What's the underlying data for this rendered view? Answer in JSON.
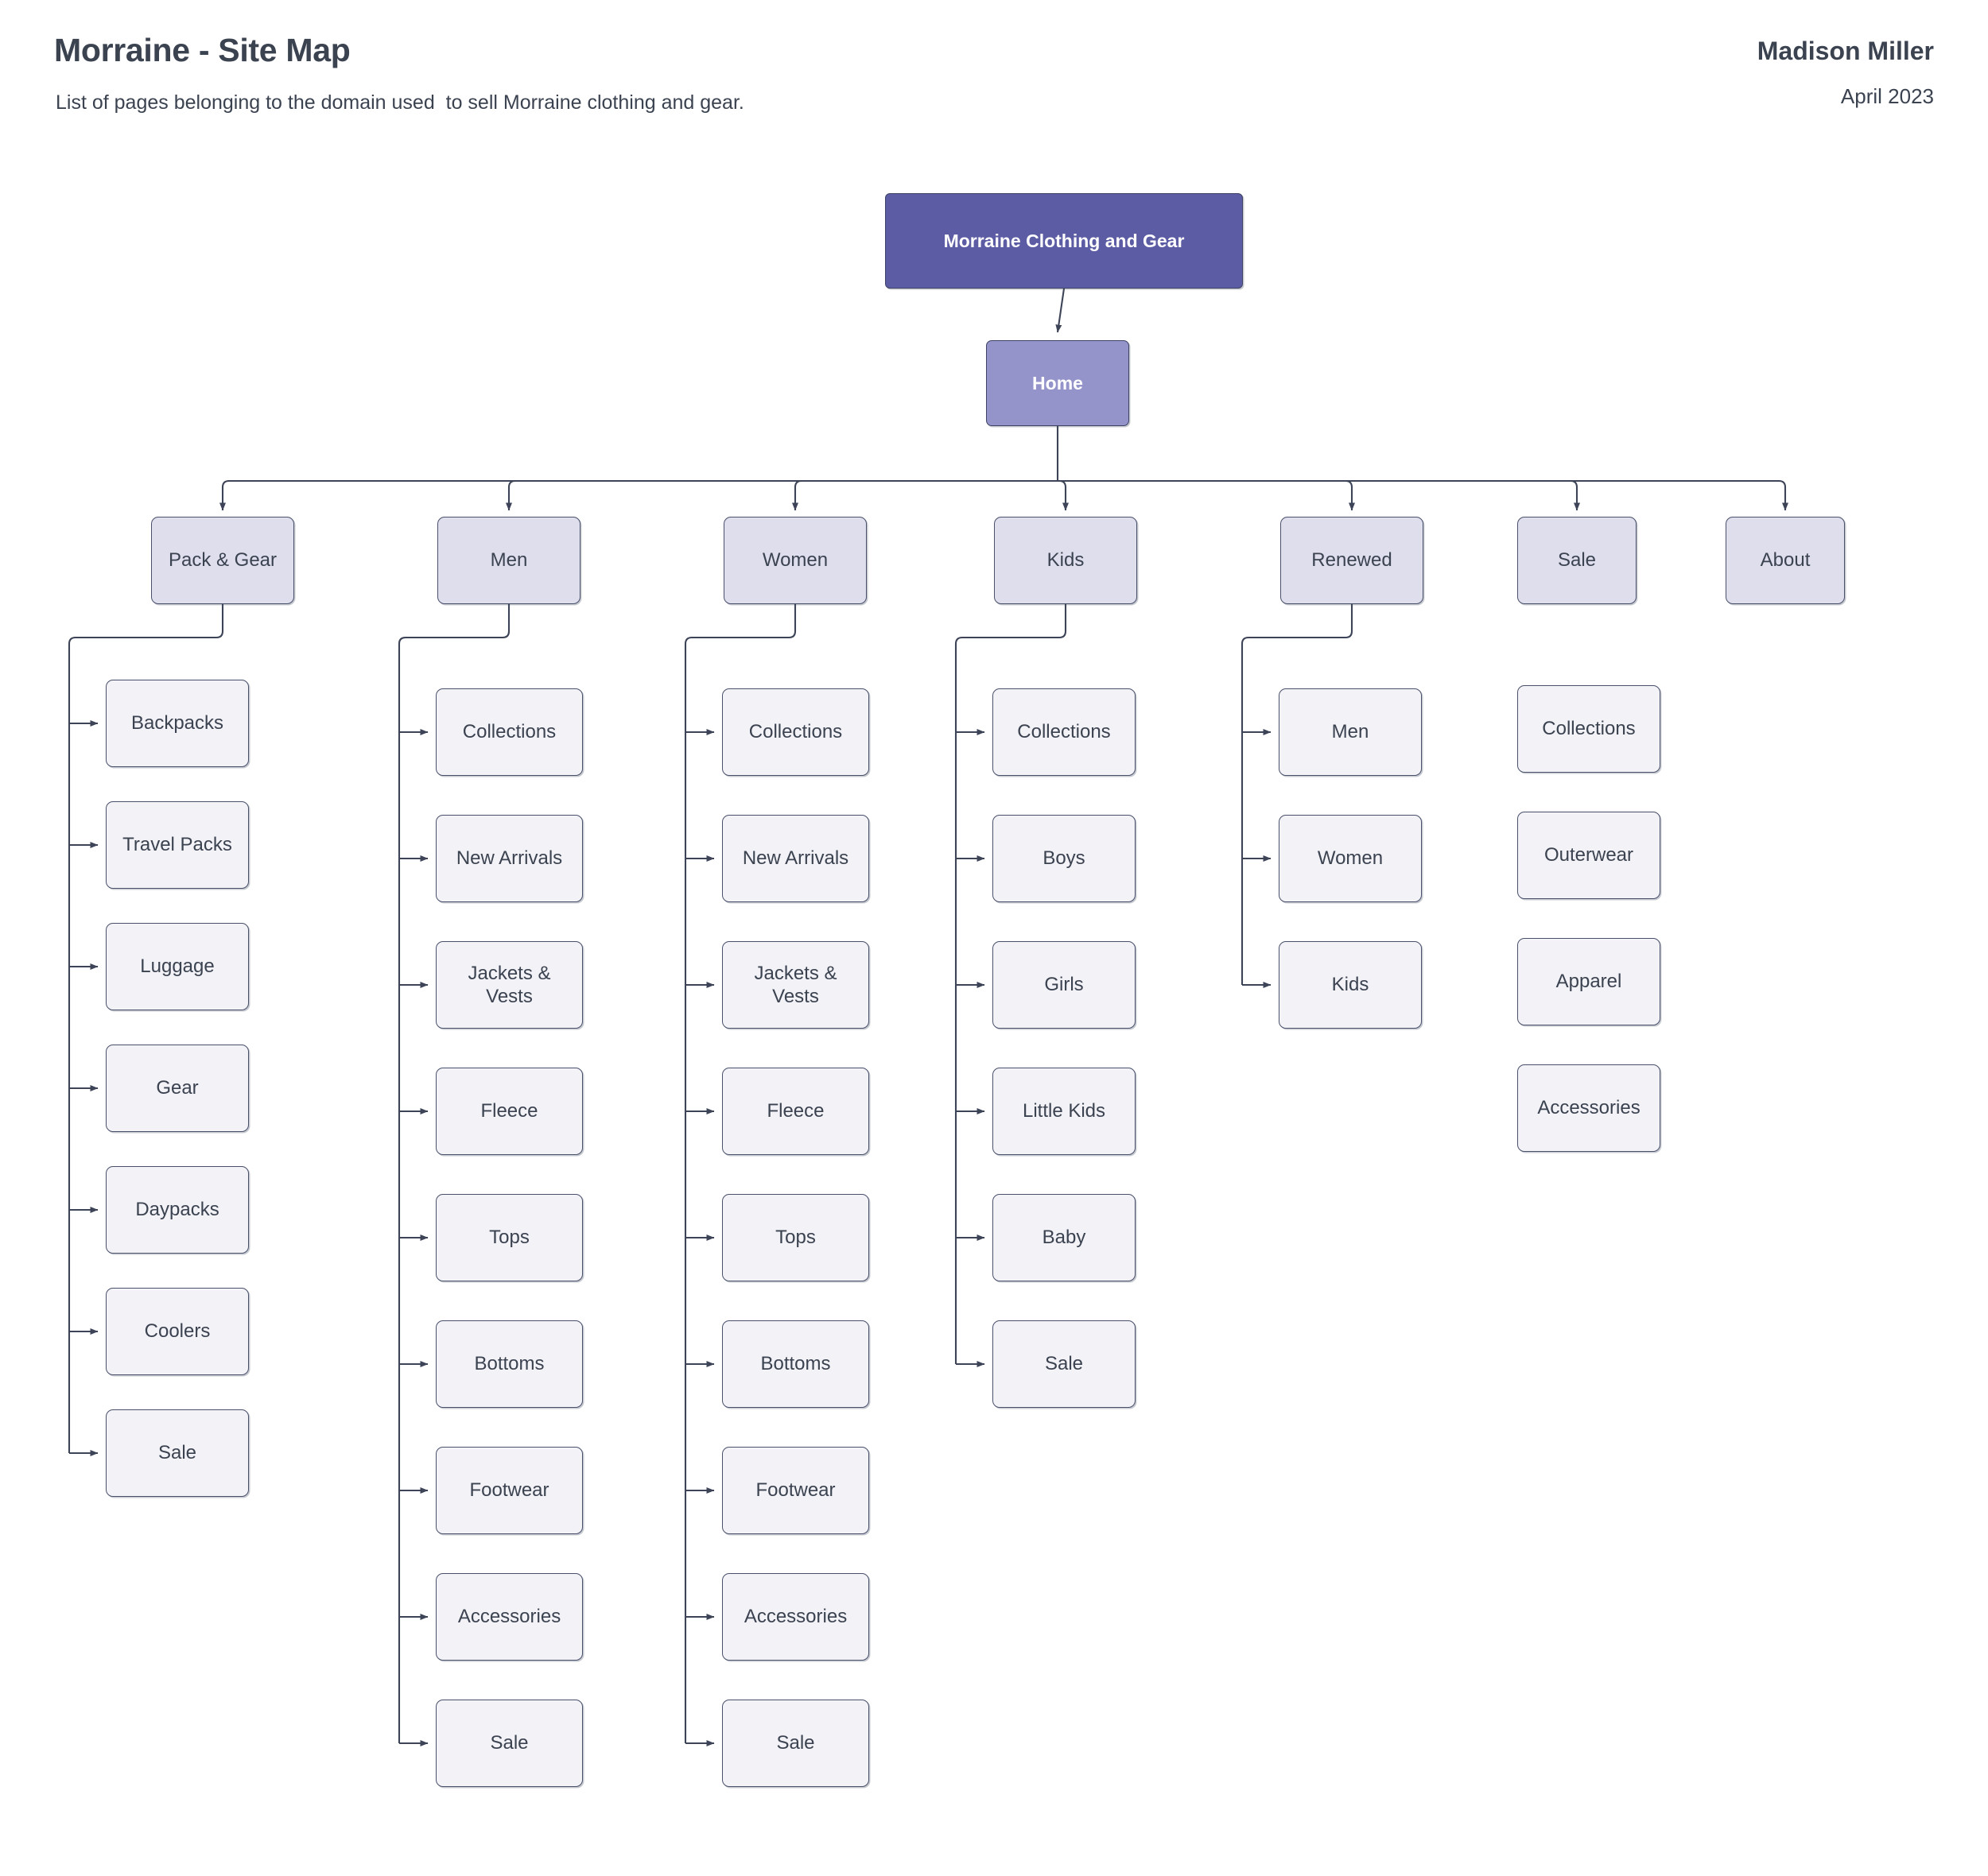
{
  "header": {
    "title": "Morraine - Site Map",
    "subtitle": "List of pages belonging to the domain used  to sell Morraine clothing and gear.",
    "author": "Madison Miller",
    "date": "April 2023"
  },
  "colors": {
    "root_fill": "#5c5ca4",
    "home_fill": "#9494cb",
    "section_fill": "#dedeed",
    "leaf_fill": "#f2f2f7",
    "stroke": "#49506a",
    "text": "#3b4250",
    "background": "#ffffff"
  },
  "chart_data": {
    "type": "diagram",
    "diagram_type": "site-map-tree",
    "title": "Morraine - Site Map",
    "root": "Morraine Clothing and Gear",
    "levels": [
      "root",
      "home",
      "section",
      "leaf"
    ],
    "nodes": {
      "root": {
        "label": "Morraine Clothing and Gear",
        "level": "root"
      },
      "home": {
        "label": "Home",
        "level": "home"
      }
    },
    "sections": [
      {
        "label": "Pack & Gear",
        "children": [
          "Backpacks",
          "Travel Packs",
          "Luggage",
          "Gear",
          "Daypacks",
          "Coolers",
          "Sale"
        ]
      },
      {
        "label": "Men",
        "children": [
          "Collections",
          "New Arrivals",
          "Jackets & Vests",
          "Fleece",
          "Tops",
          "Bottoms",
          "Footwear",
          "Accessories",
          "Sale"
        ]
      },
      {
        "label": "Women",
        "children": [
          "Collections",
          "New Arrivals",
          "Jackets & Vests",
          "Fleece",
          "Tops",
          "Bottoms",
          "Footwear",
          "Accessories",
          "Sale"
        ]
      },
      {
        "label": "Kids",
        "children": [
          "Collections",
          "Boys",
          "Girls",
          "Little Kids",
          "Baby",
          "Sale"
        ]
      },
      {
        "label": "Renewed",
        "children": [
          "Men",
          "Women",
          "Kids"
        ]
      },
      {
        "label": "Sale",
        "children": [
          "Collections",
          "Outerwear",
          "Apparel",
          "Accessories"
        ]
      },
      {
        "label": "About",
        "children": []
      }
    ]
  },
  "tree": {
    "root_label": "Morraine Clothing and Gear",
    "home_label": "Home",
    "sections": [
      {
        "label": "Pack & Gear",
        "children": [
          {
            "label": "Backpacks"
          },
          {
            "label": "Travel Packs"
          },
          {
            "label": "Luggage"
          },
          {
            "label": "Gear"
          },
          {
            "label": "Daypacks"
          },
          {
            "label": "Coolers"
          },
          {
            "label": "Sale"
          }
        ]
      },
      {
        "label": "Men",
        "children": [
          {
            "label": "Collections"
          },
          {
            "label": "New Arrivals"
          },
          {
            "label": "Jackets & Vests"
          },
          {
            "label": "Fleece"
          },
          {
            "label": "Tops"
          },
          {
            "label": "Bottoms"
          },
          {
            "label": "Footwear"
          },
          {
            "label": "Accessories"
          },
          {
            "label": "Sale"
          }
        ]
      },
      {
        "label": "Women",
        "children": [
          {
            "label": "Collections"
          },
          {
            "label": "New Arrivals"
          },
          {
            "label": "Jackets & Vests"
          },
          {
            "label": "Fleece"
          },
          {
            "label": "Tops"
          },
          {
            "label": "Bottoms"
          },
          {
            "label": "Footwear"
          },
          {
            "label": "Accessories"
          },
          {
            "label": "Sale"
          }
        ]
      },
      {
        "label": "Kids",
        "children": [
          {
            "label": "Collections"
          },
          {
            "label": "Boys"
          },
          {
            "label": "Girls"
          },
          {
            "label": "Little Kids"
          },
          {
            "label": "Baby"
          },
          {
            "label": "Sale"
          }
        ]
      },
      {
        "label": "Renewed",
        "children": [
          {
            "label": "Men"
          },
          {
            "label": "Women"
          },
          {
            "label": "Kids"
          }
        ]
      },
      {
        "label": "Sale",
        "children": [
          {
            "label": "Collections"
          },
          {
            "label": "Outerwear"
          },
          {
            "label": "Apparel"
          },
          {
            "label": "Accessories"
          }
        ]
      },
      {
        "label": "About",
        "children": []
      }
    ]
  }
}
